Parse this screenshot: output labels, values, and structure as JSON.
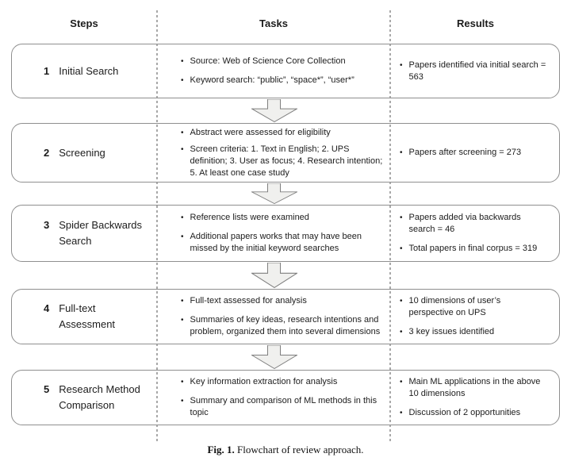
{
  "header": {
    "steps": "Steps",
    "tasks": "Tasks",
    "results": "Results"
  },
  "rows": [
    {
      "number": "1",
      "label": "Initial Search",
      "tasks": [
        "Source: Web of Science Core Collection",
        "Keyword search: “public”, “space*”, “user*”"
      ],
      "results": [
        "Papers identified via initial search = 563"
      ]
    },
    {
      "number": "2",
      "label": "Screening",
      "tasks": [
        "Abstract were assessed for eligibility",
        "Screen criteria: 1. Text in English; 2. UPS definition; 3. User as focus; 4. Research intention; 5. At least one case study"
      ],
      "results": [
        "Papers after screening = 273"
      ]
    },
    {
      "number": "3",
      "label": "Spider Backwards Search",
      "tasks": [
        "Reference lists were examined",
        "Additional papers works that may have been missed by the initial keyword searches"
      ],
      "results": [
        "Papers added via backwards search = 46",
        "Total papers in final corpus = 319"
      ]
    },
    {
      "number": "4",
      "label": "Full-text Assessment",
      "tasks": [
        "Full-text assessed for analysis",
        "Summaries of key ideas, research intentions and problem, organized them into several dimensions"
      ],
      "results": [
        "10 dimensions of user’s perspective on UPS",
        "3 key issues identified"
      ]
    },
    {
      "number": "5",
      "label": "Research Method Comparison",
      "tasks": [
        "Key information extraction for analysis",
        "Summary and comparison of ML methods in this topic"
      ],
      "results": [
        "Main ML applications in the above 10 dimensions",
        "Discussion of 2 opportunities"
      ]
    }
  ],
  "caption": {
    "label": "Fig. 1.",
    "text": "Flowchart of review approach."
  },
  "colors": {
    "box_border": "#8f8f8f",
    "dashed_line": "#a8a8a8",
    "arrow_fill": "#f0f0ee",
    "arrow_stroke": "#7f7f7f",
    "text": "#1c1c1c",
    "background": "#ffffff"
  }
}
